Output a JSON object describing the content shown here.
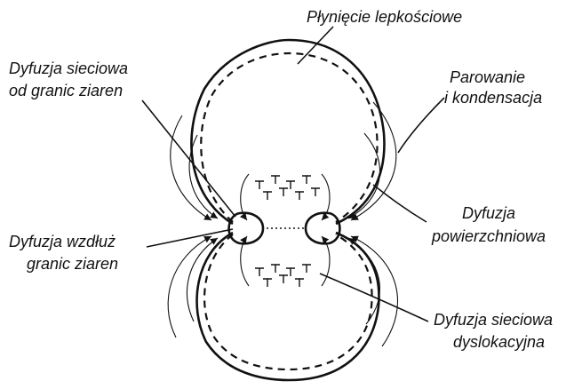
{
  "labels": {
    "viscous_flow": "Płynięcie lepkościowe",
    "lattice_diffusion_gb_line1": "Dyfuzja sieciowa",
    "lattice_diffusion_gb_line2": "od granic ziaren",
    "evaporation_line1": "Parowanie",
    "evaporation_line2": "i kondensacja",
    "surface_diffusion_line1": "Dyfuzja",
    "surface_diffusion_line2": "powierzchniowa",
    "gb_diffusion_line1": "Dyfuzja wzdłuż",
    "gb_diffusion_line2": "granic ziaren",
    "dislocation_diffusion_line1": "Dyfuzja sieciowa",
    "dislocation_diffusion_line2": "dyslokacyjna"
  },
  "colors": {
    "ink": "#111111",
    "background": "#ffffff"
  }
}
